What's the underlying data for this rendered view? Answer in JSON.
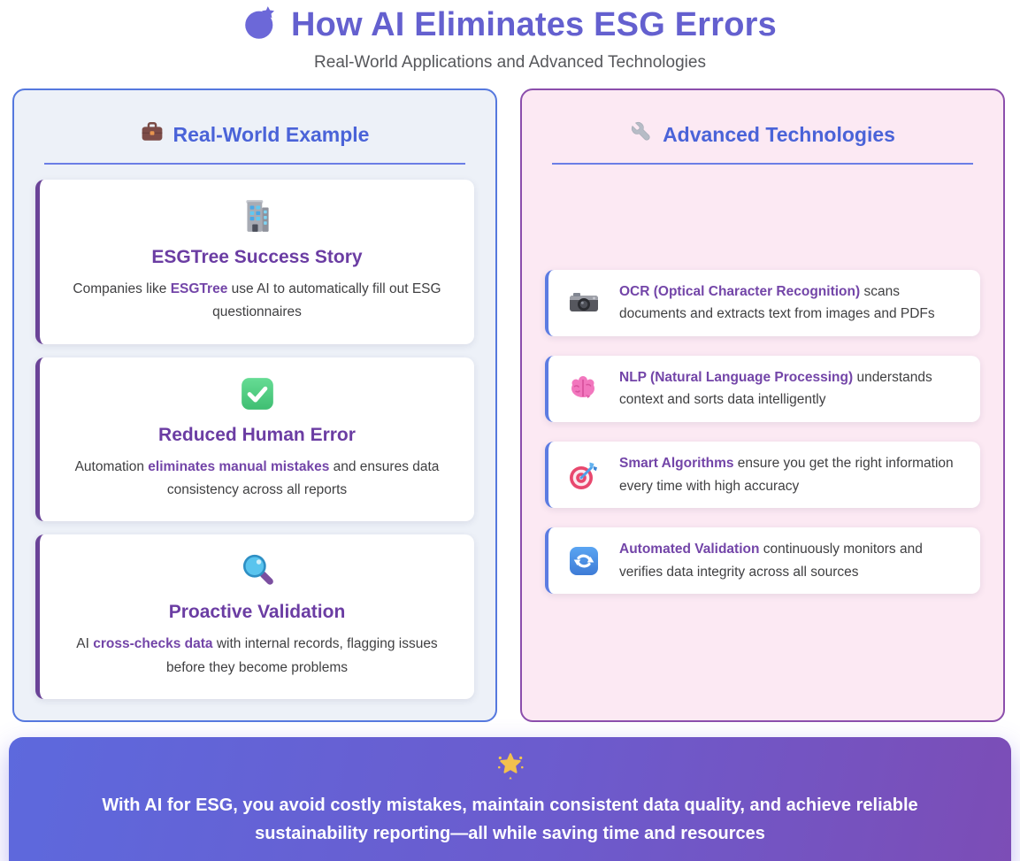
{
  "page": {
    "title": "How AI Eliminates ESG Errors",
    "subtitle": "Real-World Applications and Advanced Technologies",
    "title_icon": "blueberry-icon"
  },
  "left_panel": {
    "heading": "Real-World Example",
    "heading_icon": "briefcase-icon",
    "cards": [
      {
        "icon": "office-building-icon",
        "title": "ESGTree Success Story",
        "text_before": "Companies like ",
        "highlight": "ESGTree",
        "text_after": " use AI to automatically fill out ESG questionnaires"
      },
      {
        "icon": "check-mark-icon",
        "title": "Reduced Human Error",
        "text_before": "Automation ",
        "highlight": "eliminates manual mistakes",
        "text_after": " and ensures data consistency across all reports"
      },
      {
        "icon": "magnifying-glass-icon",
        "title": "Proactive Validation",
        "text_before": "AI ",
        "highlight": "cross-checks data",
        "text_after": " with internal records, flagging issues before they become problems"
      }
    ]
  },
  "right_panel": {
    "heading": "Advanced Technologies",
    "heading_icon": "wrench-icon",
    "items": [
      {
        "icon": "camera-icon",
        "highlight": "OCR (Optical Character Recognition)",
        "text": " scans documents and extracts text from images and PDFs"
      },
      {
        "icon": "brain-icon",
        "highlight": "NLP (Natural Language Processing)",
        "text": " understands context and sorts data intelligently"
      },
      {
        "icon": "target-dart-icon",
        "highlight": "Smart Algorithms",
        "text": " ensure you get the right information every time with high accuracy"
      },
      {
        "icon": "arrows-refresh-icon",
        "highlight": "Automated Validation",
        "text": " continuously monitors and verifies data integrity across all sources"
      }
    ]
  },
  "banner": {
    "icon": "glowing-star-icon",
    "text": "With AI for ESG, you avoid costly mistakes, maintain consistent data quality, and achieve reliable sustainability reporting—all while saving time and resources"
  },
  "colors": {
    "title": "#6460CF",
    "panel_heading": "#4A63D8",
    "left_panel_border": "#5578DE",
    "left_panel_bg": "#EDF1F8",
    "right_panel_border": "#8B4EAC",
    "right_panel_bg": "#FCE9F3",
    "story_card_accent": "#6A4397",
    "tech_card_accent": "#5C7CE2",
    "highlight_text": "#7345A8",
    "banner_gradient_start": "#5D69DD",
    "banner_gradient_end": "#7C4DB6"
  }
}
